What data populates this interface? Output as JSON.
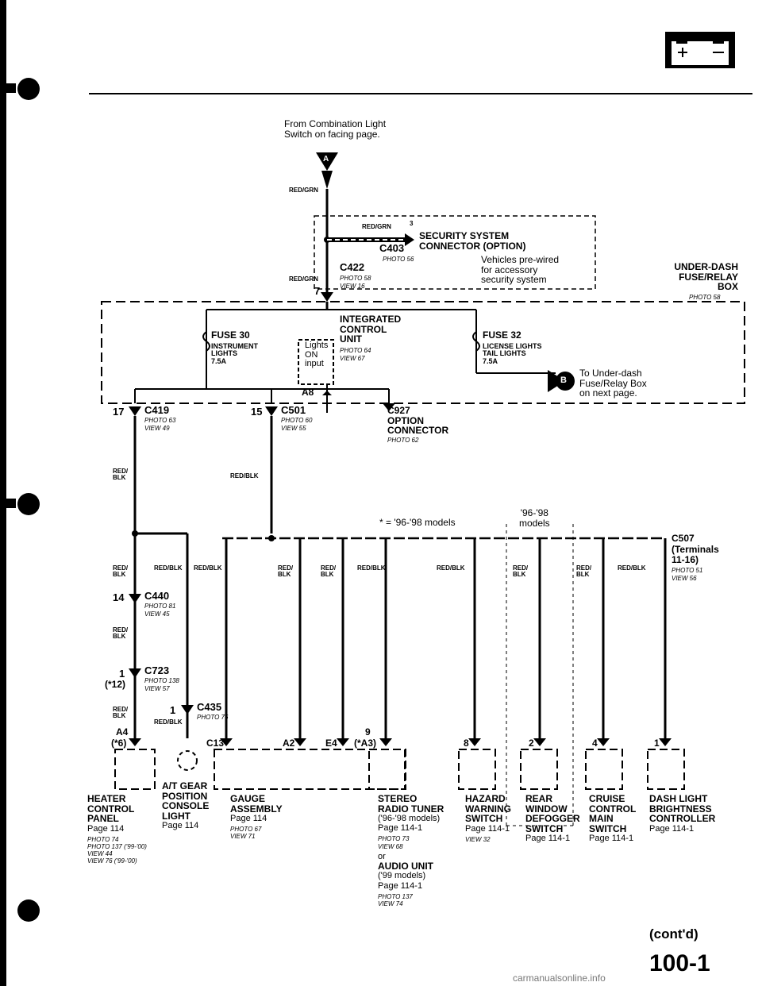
{
  "header": {
    "from_text": "From Combination Light\nSwitch on facing page.",
    "connector_A": "A"
  },
  "security": {
    "wire": "RED/GRN",
    "pin": "3",
    "connector": "C403",
    "photo": "PHOTO 56",
    "name": "SECURITY SYSTEM\nCONNECTOR (OPTION)",
    "note": "Vehicles pre-wired\nfor accessory\nsecurity system"
  },
  "c422": {
    "wire_top": "RED/GRN",
    "wire": "RED/GRN",
    "pin": "7",
    "name": "C422",
    "photo": "PHOTO 58",
    "view": "VIEW 16"
  },
  "box": {
    "name": "UNDER-DASH\nFUSE/RELAY\nBOX",
    "photo": "PHOTO 58"
  },
  "fuse30": {
    "name": "FUSE 30",
    "desc": "INSTRUMENT\nLIGHTS\n7.5A"
  },
  "icu": {
    "name": "INTEGRATED\nCONTROL\nUNIT",
    "photo": "PHOTO 64",
    "view": "VIEW 67",
    "switch": "Lights\nON\ninput",
    "pin": "A8"
  },
  "fuse32": {
    "name": "FUSE 32",
    "desc": "LICENSE LIGHTS\nTAIL LIGHTS\n7.5A"
  },
  "connector_B": {
    "label": "B",
    "text": "To Under-dash\nFuse/Relay Box\non next page."
  },
  "c419": {
    "pin": "17",
    "name": "C419",
    "photo": "PHOTO 63",
    "view": "VIEW 49"
  },
  "c501": {
    "pin": "15",
    "name": "C501",
    "photo": "PHOTO 60",
    "view": "VIEW 55"
  },
  "c927": {
    "name": "C927\nOPTION\nCONNECTOR",
    "photo": "PHOTO 62"
  },
  "wires": {
    "red_blk": "RED/BLK",
    "red_blk_split": "RED/\nBLK"
  },
  "notes": {
    "asterisk": "* = '96-'98 models",
    "models": "'96-'98\nmodels"
  },
  "c507": {
    "name": "C507",
    "desc": "(Terminals\n11-16)",
    "photo": "PHOTO 51",
    "view": "VIEW 56"
  },
  "c440": {
    "pin": "14",
    "name": "C440",
    "photo": "PHOTO 81",
    "view": "VIEW 45"
  },
  "c723": {
    "pin": "1",
    "pin_alt": "(*12)",
    "name": "C723",
    "photo": "PHOTO 138",
    "view": "VIEW 57"
  },
  "c435": {
    "pin": "1",
    "name": "C435",
    "photo": "PHOTO 76"
  },
  "pins": {
    "a4": "A4",
    "a4_alt": "(*6)",
    "c13": "C13",
    "a2": "A2",
    "e4": "E4",
    "p9": "9",
    "p9_alt": "(*A3)",
    "p8": "8",
    "p2": "2",
    "p4": "4",
    "p1": "1"
  },
  "components": [
    {
      "name": "HEATER\nCONTROL\nPANEL",
      "page": "Page 114",
      "photo": "PHOTO 74\nPHOTO 137 ('99-'00)\nVIEW 44\nVIEW 76 ('99-'00)"
    },
    {
      "name": "A/T GEAR\nPOSITION\nCONSOLE\nLIGHT",
      "page": "Page 114",
      "photo": ""
    },
    {
      "name": "GAUGE\nASSEMBLY",
      "page": "Page 114",
      "photo": "PHOTO 67\nVIEW 71"
    },
    {
      "name": "STEREO\nRADIO TUNER",
      "page": "('96-'98 models)\nPage 114-1",
      "photo": "PHOTO 73\nVIEW 68"
    },
    {
      "name": "HAZARD\nWARNING\nSWITCH",
      "page": "Page 114-1",
      "photo": "VIEW 32"
    },
    {
      "name": "REAR\nWINDOW\nDEFOGGER\nSWITCH",
      "page": "Page 114-1",
      "photo": ""
    },
    {
      "name": "CRUISE\nCONTROL\nMAIN\nSWITCH",
      "page": "Page 114-1",
      "photo": ""
    },
    {
      "name": "DASH LIGHT\nBRIGHTNESS\nCONTROLLER",
      "page": "Page 114-1",
      "photo": ""
    }
  ],
  "audio": {
    "or": "or",
    "name": "AUDIO UNIT",
    "page": "('99 models)\nPage 114-1",
    "photo": "PHOTO 137\nVIEW 74"
  },
  "footer": {
    "contd": "(cont'd)",
    "page": "100-1",
    "site": "carmanualsonline.info"
  }
}
